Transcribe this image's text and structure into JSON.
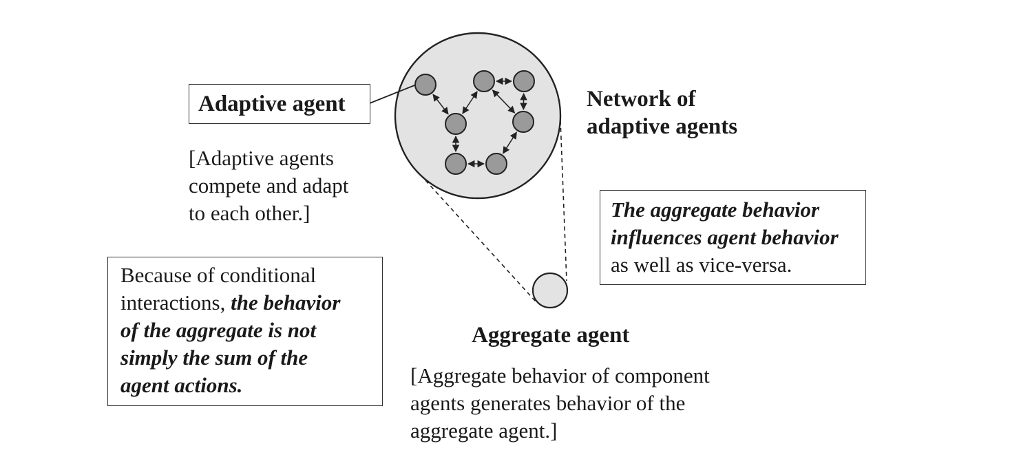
{
  "adaptive_agent": {
    "title": "Adaptive agent",
    "note_lines": [
      "[Adaptive agents",
      "compete and adapt",
      "to each other.]"
    ]
  },
  "network": {
    "title_lines": [
      "Network of",
      "adaptive agents"
    ]
  },
  "influence_box": {
    "bold_lines": [
      "The aggregate behavior",
      "influences agent behavior"
    ],
    "plain_line": "as well as vice-versa."
  },
  "conditional_box": {
    "plain_line": "Because of conditional",
    "mixed_plain": "interactions, ",
    "mixed_bold": "the behavior",
    "bold_lines": [
      "of the aggregate is not",
      "simply the sum of the",
      "agent actions."
    ]
  },
  "aggregate_agent": {
    "title": "Aggregate agent",
    "note_lines": [
      "[Aggregate behavior of component",
      "agents generates behavior of the",
      "aggregate agent.]"
    ]
  },
  "colors": {
    "circle_fill": "#e3e3e3",
    "node_fill": "#9a9a9a",
    "stroke": "#222222"
  }
}
